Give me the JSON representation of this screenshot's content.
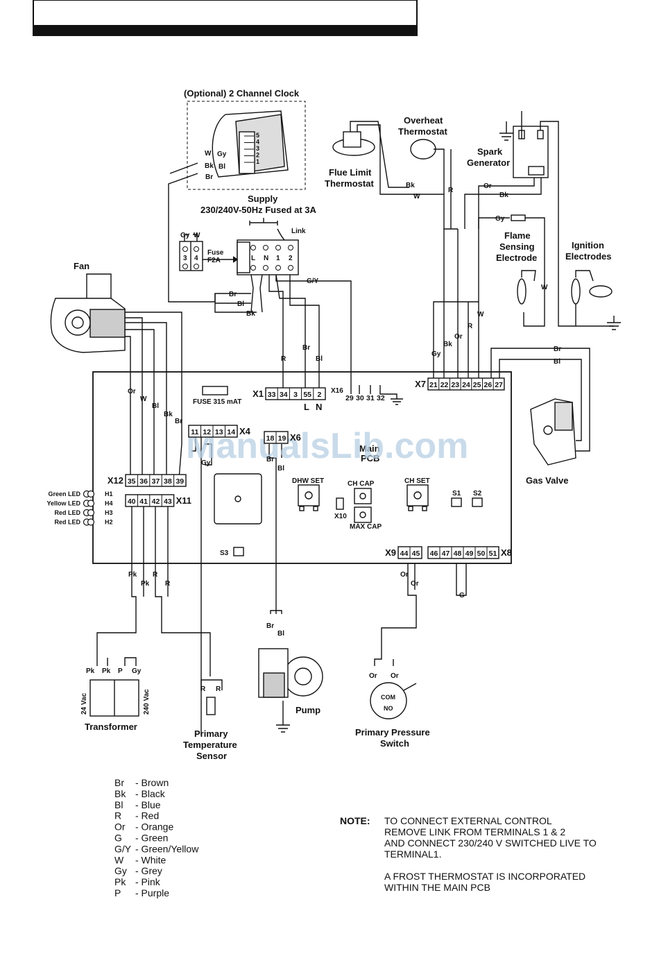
{
  "labels": {
    "clock": "(Optional) 2 Channel Clock",
    "supply_1": "Supply",
    "supply_2": "230/240V-50Hz Fused at 3A",
    "link": "Link",
    "fuse_1": "Fuse",
    "fuse_2": "F2A",
    "fan": "Fan",
    "flue_1": "Flue Limit",
    "flue_2": "Thermostat",
    "overheat_1": "Overheat",
    "overheat_2": "Thermostat",
    "spark_1": "Spark",
    "spark_2": "Generator",
    "flame_1": "Flame",
    "flame_2": "Sensing",
    "flame_3": "Electrode",
    "ignition_1": "Ignition",
    "ignition_2": "Electrodes",
    "gas_valve": "Gas Valve",
    "fuse_pcb": "FUSE 315 mAT",
    "main_pcb_1": "Main",
    "main_pcb_2": "PCB",
    "dhw_set": "DHW SET",
    "ch_cap": "CH CAP",
    "ch_set": "CH SET",
    "max_cap": "MAX CAP",
    "s1": "S1",
    "s2": "S2",
    "s3": "S3",
    "x10": "X10",
    "transformer": "Transformer",
    "v24": "24 Vac",
    "v240": "240 Vac",
    "temp_1": "Primary",
    "temp_2": "Temperature",
    "temp_3": "Sensor",
    "pump": "Pump",
    "pressure_1": "Primary Pressure",
    "pressure_2": "Switch",
    "com": "COM",
    "no": "NO",
    "watermark": "ManualsLib.com",
    "L": "L",
    "N": "N"
  },
  "connectors": {
    "X1": {
      "name": "X1",
      "pins": [
        "33",
        "34",
        "3",
        "55",
        "2"
      ]
    },
    "X16": {
      "name": "X16",
      "pins": [
        "29",
        "30",
        "31",
        "32"
      ]
    },
    "X7": {
      "name": "X7",
      "pins": [
        "21",
        "22",
        "23",
        "24",
        "25",
        "26",
        "27"
      ]
    },
    "X4": {
      "name": "X4",
      "pins": [
        "11",
        "12",
        "13",
        "14"
      ]
    },
    "X6": {
      "name": "X6",
      "pins": [
        "18",
        "19"
      ]
    },
    "X12": {
      "name": "X12",
      "pins": [
        "35",
        "36",
        "37",
        "38",
        "39"
      ]
    },
    "X11": {
      "name": "X11",
      "pins": [
        "40",
        "41",
        "42",
        "43"
      ]
    },
    "X9": {
      "name": "X9",
      "pins": [
        "44",
        "45"
      ]
    },
    "X8": {
      "name": "X8",
      "pins": [
        "46",
        "47",
        "48",
        "49",
        "50",
        "51"
      ]
    },
    "clock_pins": [
      "5",
      "4",
      "3",
      "2",
      "1"
    ],
    "supply_left": [
      "3",
      "4"
    ],
    "supply_right": [
      "L",
      "N",
      "1",
      "2"
    ]
  },
  "leds": [
    {
      "label": "Green LED",
      "id": "H1"
    },
    {
      "label": "Yellow LED",
      "id": "H4"
    },
    {
      "label": "Red LED",
      "id": "H3"
    },
    {
      "label": "Red LED",
      "id": "H2"
    }
  ],
  "wire_labels": {
    "clock_w": "W",
    "clock_gy": "Gy",
    "clock_bk": "Bk",
    "clock_bl": "Bl",
    "clock_br": "Br",
    "sup_gy": "Gy",
    "sup_w": "W",
    "sup_br": "Br",
    "sup_bl": "Bl",
    "sup_bk": "Bk",
    "sup_gy2": "G/Y",
    "x1_r": "R",
    "x1_br": "Br",
    "x1_bl": "Bl",
    "oh_bk": "Bk",
    "oh_w": "W",
    "oh_r": "R",
    "sp_or": "Or",
    "sp_bk": "Bk",
    "fl_gy": "Gy",
    "fl_w": "W",
    "x7_gy": "Gy",
    "x7_bk": "Bk",
    "x7_or": "Or",
    "x7_r": "R",
    "x7_w": "W",
    "gv_br": "Br",
    "gv_bl": "Bl",
    "fan_or": "Or",
    "fan_w": "W",
    "fan_bl": "Bl",
    "fan_bk": "Bk",
    "fan_br": "Br",
    "x4_gy": "Gy",
    "x6_br": "Br",
    "x6_bl": "Bl",
    "x11_pk1": "Pk",
    "x11_pk2": "Pk",
    "x11_r1": "R",
    "x11_r2": "R",
    "tr_pk1": "Pk",
    "tr_pk2": "Pk",
    "tr_p": "P",
    "tr_gy": "Gy",
    "ts_r1": "R",
    "ts_r2": "R",
    "pu_br": "Br",
    "pu_bl": "Bl",
    "x9_or1": "Or",
    "x9_or2": "Or",
    "ps_or1": "Or",
    "ps_or2": "Or",
    "x8_g": "G"
  },
  "legend": [
    {
      "code": "Br",
      "desc": "- Brown"
    },
    {
      "code": "Bk",
      "desc": "- Black"
    },
    {
      "code": "Bl",
      "desc": "- Blue"
    },
    {
      "code": "R",
      "desc": "- Red"
    },
    {
      "code": "Or",
      "desc": "- Orange"
    },
    {
      "code": "G",
      "desc": "- Green"
    },
    {
      "code": "G/Y",
      "desc": "- Green/Yellow"
    },
    {
      "code": "W",
      "desc": "- White"
    },
    {
      "code": "Gy",
      "desc": "- Grey"
    },
    {
      "code": "Pk",
      "desc": "- Pink"
    },
    {
      "code": "P",
      "desc": "- Purple"
    }
  ],
  "note": {
    "heading": "NOTE:",
    "lines": [
      "TO CONNECT EXTERNAL CONTROL",
      "REMOVE LINK FROM TERMINALS 1 & 2",
      "AND CONNECT 230/240 V SWITCHED LIVE TO",
      "TERMINAL1.",
      "",
      "A FROST THERMOSTAT IS INCORPORATED",
      "WITHIN THE MAIN PCB"
    ]
  }
}
